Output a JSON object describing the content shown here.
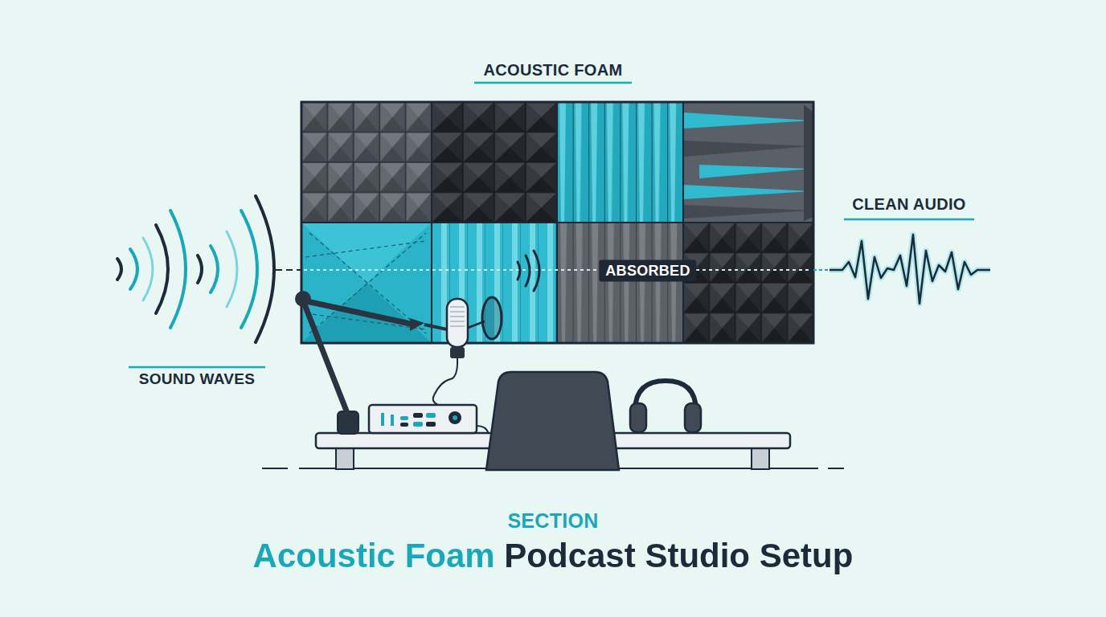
{
  "diagram": {
    "title": "Acoustic Foam Podcast Studio Setup",
    "labels": [
      "ACOUSTIC FOAM",
      "CLEAN AUDIO",
      "ABSORBED",
      "SOUND WAVES",
      "SECTION"
    ]
  }
}
